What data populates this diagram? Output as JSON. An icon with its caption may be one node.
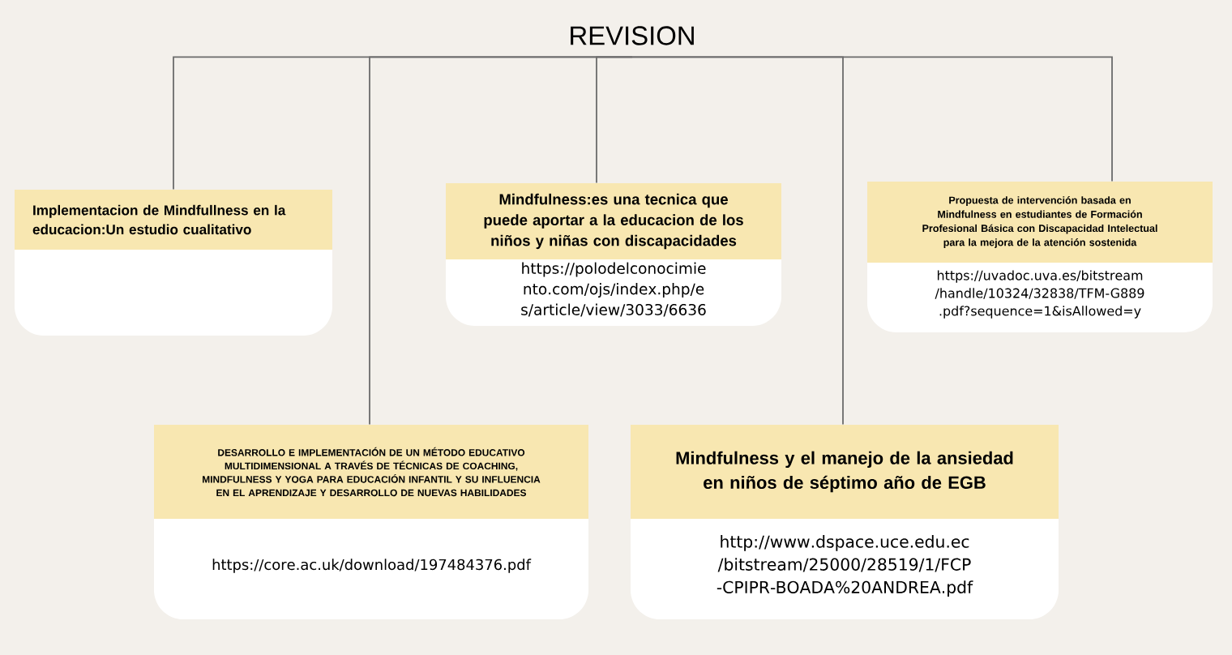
{
  "diagram": {
    "nodes": [
      {
        "text": [
          "REVISION"
        ]
      },
      {
        "text": [
          "Implementacion de Mindfullness en la educacion:Un estudio cualitativo"
        ]
      },
      {
        "text": [
          "Mindfulness:es una tecnica que puede aportar a la educacion de los niños y niñas con discapacidades",
          "https://polodelconocimiento.com/ojs/index.php/es/article/view/3033/6636"
        ]
      },
      {
        "text": [
          "Propuesta de intervención basada en Mindfulness en estudiantes de Formación Profesional Básica con Discapacidad Intelectual para la mejora de la atención sostenida",
          "https://uvadoc.uva.es/bitstream/handle/10324/32838/TFM-G889.pdf?sequence=1&isAllowed=y"
        ]
      },
      {
        "text": [
          "DESARROLLO E IMPLEMENTACIÓN DE UN MÉTODO EDUCATIVO MULTIDIMENSIONAL A TRAVÉS DE TÉCNICAS DE COACHING, MINDFULNESS Y YOGA PARA EDUCACIÓN INFANTIL Y SU INFLUENCIA EN EL APRENDIZAJE Y DESARROLLO DE NUEVAS HABILIDADES",
          "https://core.ac.uk/download/197484376.pdf"
        ]
      },
      {
        "text": [
          "Mindfulness y el manejo de la ansiedad en niños de séptimo año de EGB",
          "http://www.dspace.uce.edu.ec/bitstream/25000/28519/1/FCP-CPIPR-BOADA%20ANDREA.pdf"
        ]
      }
    ],
    "edges": [
      {
        "from": 0,
        "to": 1,
        "arrow": "none"
      },
      {
        "from": 0,
        "to": 2,
        "arrow": "none"
      },
      {
        "from": 0,
        "to": 3,
        "arrow": "none"
      },
      {
        "from": 0,
        "to": 4,
        "arrow": "none"
      },
      {
        "from": 0,
        "to": 5,
        "arrow": "none"
      }
    ]
  }
}
